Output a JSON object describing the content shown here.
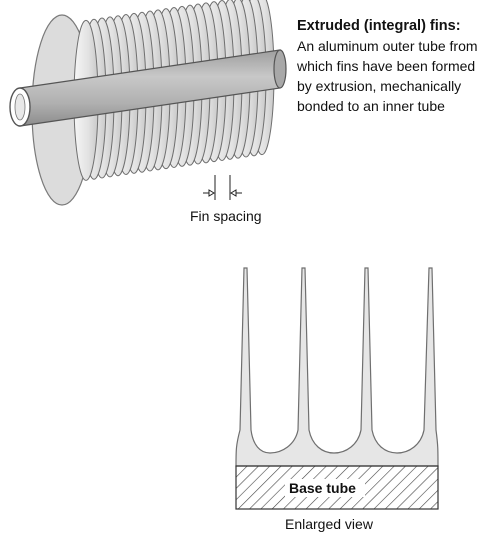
{
  "description": {
    "title": "Extruded (integral) fins:",
    "lines": [
      "An aluminum outer tube from",
      "which fins have been formed",
      "by extrusion, mechanically",
      "bonded to an inner tube"
    ]
  },
  "labels": {
    "fin_spacing": "Fin spacing",
    "base_tube": "Base tube",
    "enlarged_view": "Enlarged view"
  },
  "colors": {
    "fin_fill": "#e6e6e6",
    "fin_stroke": "#6f6f6f",
    "tube_fill": "#b9b9b9",
    "tube_stroke": "#555555",
    "hatch": "#444444",
    "text": "#111111"
  }
}
